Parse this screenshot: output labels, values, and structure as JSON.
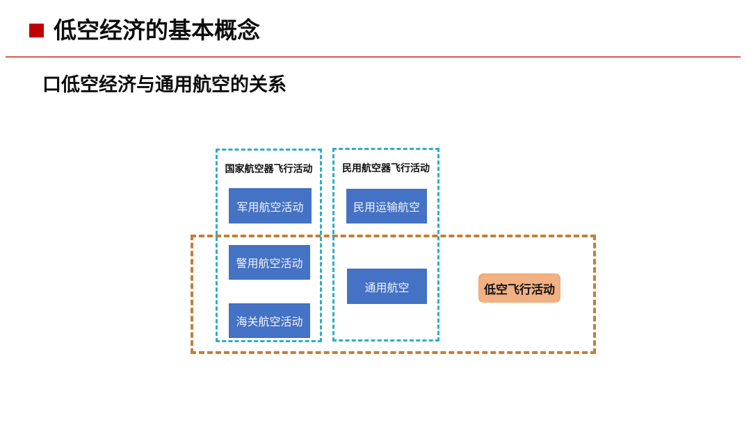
{
  "slide": {
    "title": "低空经济的基本概念",
    "subtitle": "口低空经济与通用航空的关系"
  },
  "diagram": {
    "national_group": {
      "label": "国家航空器飞行活动",
      "items": [
        {
          "label": "军用航空活动"
        },
        {
          "label": "警用航空活动"
        },
        {
          "label": "海关航空活动"
        }
      ]
    },
    "civil_group": {
      "label": "民用航空器飞行活动",
      "items": [
        {
          "label": "民用运输航空"
        },
        {
          "label": "通用航空"
        }
      ]
    },
    "low_altitude_label": "低空飞行活动"
  },
  "colors": {
    "title_bullet_red": "#C00000",
    "divider_red": "#D45B4E",
    "activity_box_blue": "#4472C4",
    "group_dash_cyan": "#2BADCC",
    "region_dash_orange": "#C97C36",
    "low_altitude_fill_orange": "#F2B183"
  }
}
